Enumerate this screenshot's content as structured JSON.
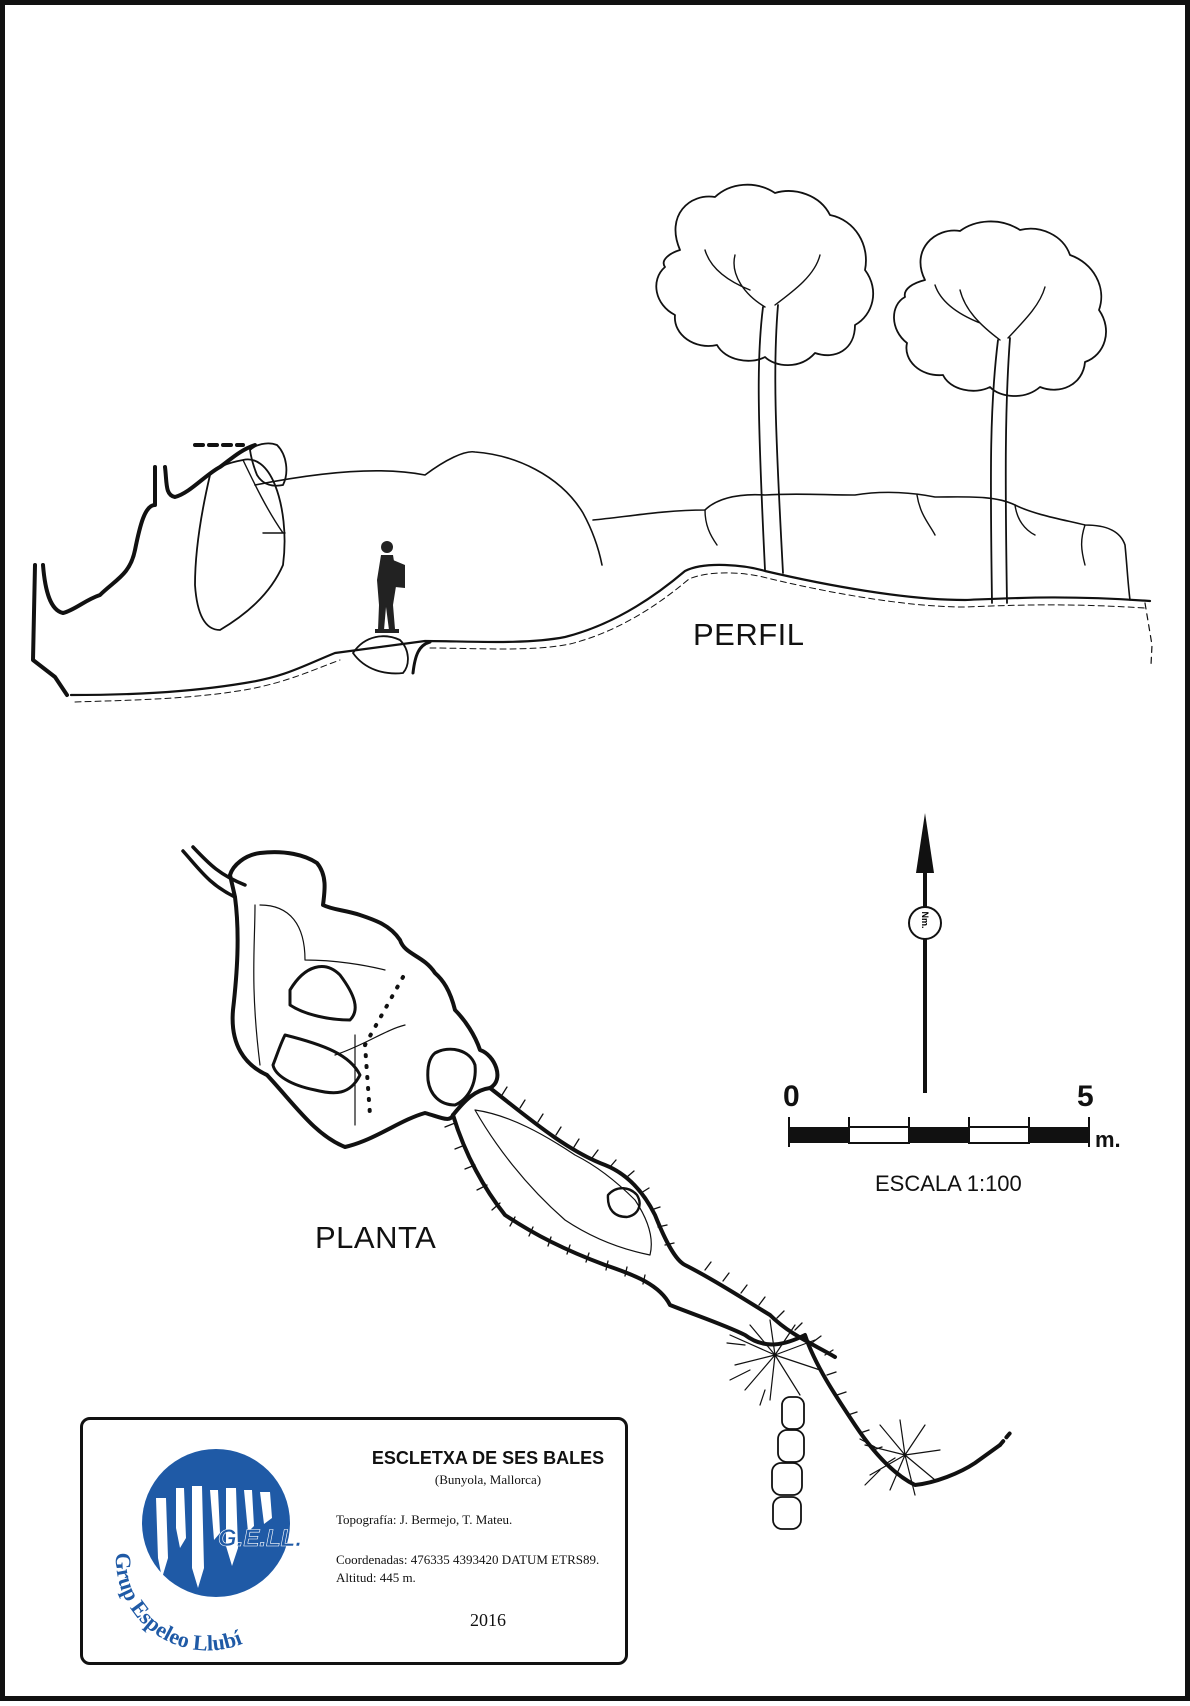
{
  "labels": {
    "profile": "PERFIL",
    "plan": "PLANTA"
  },
  "north_arrow": {
    "label": "Nm."
  },
  "scale_bar": {
    "start": "0",
    "end": "5",
    "unit": "m.",
    "caption": "ESCALA 1:100"
  },
  "info": {
    "title": "ESCLETXA DE SES BALES",
    "location": "(Bunyola, Mallorca)",
    "survey": "Topografía: J. Bermejo, T. Mateu.",
    "coordinates": "Coordenadas:   476335 4393420 DATUM ETRS89.",
    "altitude": "Altitud: 445 m.",
    "year": "2016"
  },
  "logo": {
    "abbrev": "G.E.LL.",
    "name": "Grup Espeleo Llubí",
    "color": "#1f5aa6"
  }
}
